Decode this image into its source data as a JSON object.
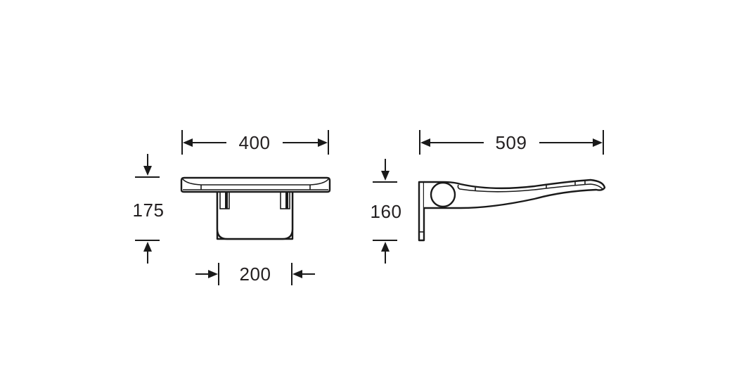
{
  "drawing": {
    "subject": "folding seat dimension drawing",
    "views": [
      {
        "name": "front-view",
        "dimensions": {
          "width_top": "400",
          "height": "175",
          "width_bottom": "200"
        }
      },
      {
        "name": "side-view",
        "dimensions": {
          "depth": "509",
          "height": "160"
        }
      }
    ],
    "colors": {
      "line": "#1a1a1a",
      "text": "#231f20",
      "background": "#ffffff"
    }
  }
}
